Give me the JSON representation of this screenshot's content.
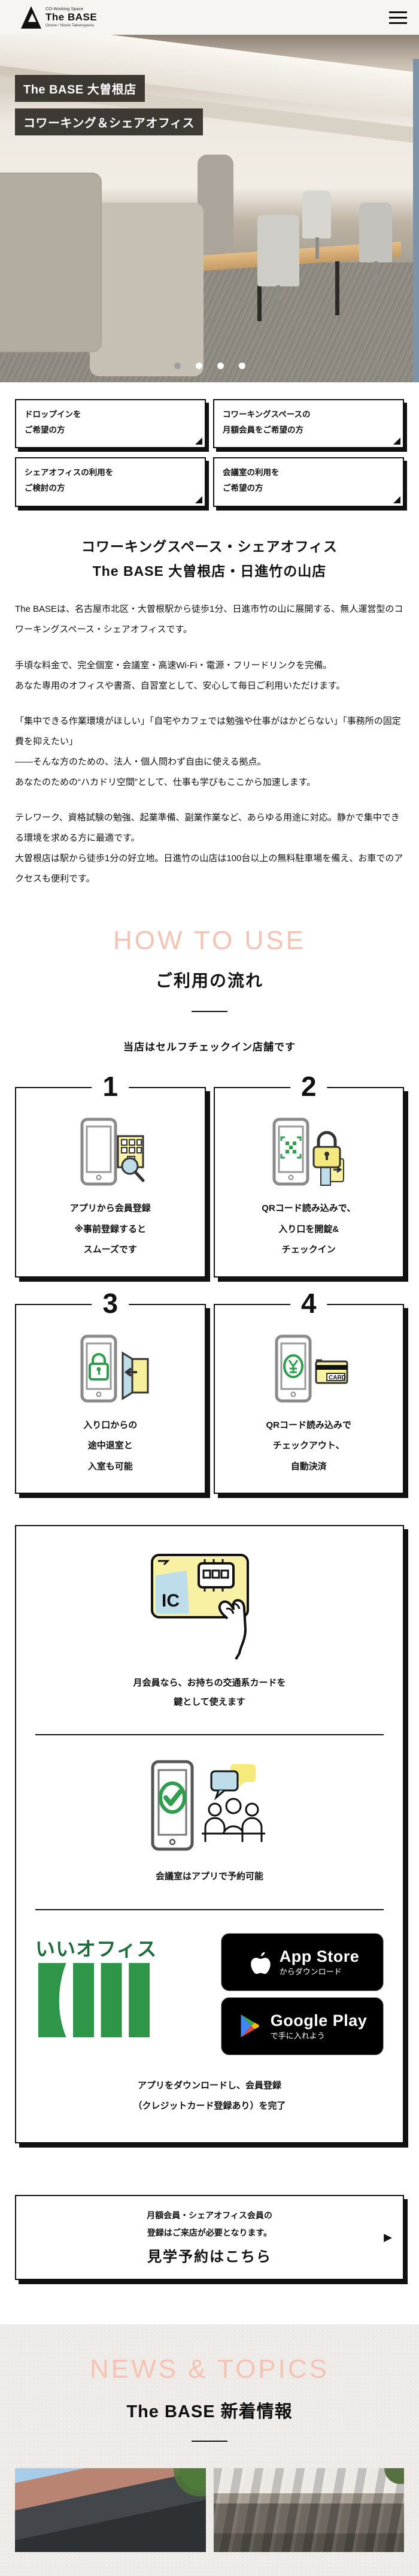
{
  "colors": {
    "accent_pink": "#f6c3b3",
    "brand_green_bars": "#2e9549",
    "brand_green_text": "#1d6b3c",
    "icon_yellow": "#f8f1a3",
    "icon_blue": "#bcdde9",
    "icon_green": "#2f9e4f",
    "dark_badge_bg": "#302c27",
    "dot_active": "#9e9e9e",
    "news_bg": "#edeae7",
    "header_bg": "#f7f5f1",
    "store_badge_bg": "#000000"
  },
  "icons": {
    "logo_mark": "the-base-mountain-a-mark",
    "hamburger": "menu-icon",
    "corner_triangle": "◢",
    "cta_arrow": "▶",
    "step1": "phone-building-search-icon",
    "step2": "phone-qr-unlock-icon",
    "step3": "phone-lock-door-icon",
    "step4": "phone-pay-card-icon",
    "ic_card": "ic-card-hand-illustration",
    "meeting": "phone-check-people-illustration",
    "apple": "apple-logo",
    "google_play": "play-triangle-logo"
  },
  "header": {
    "logo": {
      "tagline": "CO-Working Space",
      "brand": "The BASE",
      "sub": "Ozone / Nissin Takenoyama"
    }
  },
  "hero": {
    "badge1": "The BASE 大曽根店",
    "badge2": "コワーキング＆シェアオフィス",
    "slide_count": 4,
    "active_slide": 1
  },
  "options": [
    {
      "line1": "ドロップインを",
      "line2": "ご希望の方"
    },
    {
      "line1": "コワーキングスペースの",
      "line2": "月額会員をご希望の方"
    },
    {
      "line1": "シェアオフィスの利用を",
      "line2": "ご検討の方"
    },
    {
      "line1": "会議室の利用を",
      "line2": "ご希望の方"
    }
  ],
  "intro": {
    "heading_line1": "コワーキングスペース・シェアオフィス",
    "heading_line2": "The BASE 大曽根店・日進竹の山店",
    "blocks": [
      [
        "The BASEは、名古屋市北区・大曽根駅から徒歩1分、日進市竹の山に展開する、無人運営型のコワーキングスペース・シェアオフィスです。"
      ],
      [
        "手頃な料金で、完全個室・会議室・高速Wi-Fi・電源・フリードリンクを完備。",
        "あなた専用のオフィスや書斎、自習室として、安心して毎日ご利用いただけます。"
      ],
      [
        "「集中できる作業環境がほしい」「自宅やカフェでは勉強や仕事がはかどらない」「事務所の固定費を抑えたい」",
        "――そんな方のための、法人・個人問わず自由に使える拠点。",
        "あなたのための“ハカドリ空間”として、仕事も学びもここから加速します。"
      ],
      [
        "テレワーク、資格試験の勉強、起業準備、副業作業など、あらゆる用途に対応。静かで集中できる環境を求める方に最適です。",
        "大曽根店は駅から徒歩1分の好立地。日進竹の山店は100台以上の無料駐車場を備え、お車でのアクセスも便利です。"
      ]
    ]
  },
  "howto": {
    "kicker": "HOW TO USE",
    "title": "ご利用の流れ",
    "note": "当店はセルフチェックイン店舗です"
  },
  "steps": [
    {
      "num": "1",
      "lines": [
        "アプリから会員登録",
        "※事前登録すると",
        "スムーズです"
      ]
    },
    {
      "num": "2",
      "lines": [
        "QRコード読み込みで、",
        "入り口を開錠&",
        "チェックイン"
      ]
    },
    {
      "num": "3",
      "lines": [
        "入り口からの",
        "途中退室と",
        "入室も可能"
      ]
    },
    {
      "num": "4",
      "lines": [
        "QRコード読み込みで",
        "チェックアウト、",
        "自動決済"
      ]
    }
  ],
  "infobox": {
    "ic_note_line1": "月会員なら、お持ちの交通系カードを",
    "ic_note_line2": "鍵として使えます",
    "meeting_note": "会議室はアプリで予約可能",
    "app_logo_text": "いいオフィス",
    "appstore": {
      "big": "App Store",
      "small": "からダウンロード"
    },
    "googleplay": {
      "big": "Google Play",
      "small": "で手に入れよう"
    },
    "download_line1": "アプリをダウンロードし、会員登録",
    "download_line2": "（クレジットカード登録あり）を完了"
  },
  "cta": {
    "line1": "月額会員・シェアオフィス会員の",
    "line2": "登録はご来店が必要となります。",
    "button": "見学予約はこちら",
    "arrow": "▶"
  },
  "news": {
    "kicker": "NEWS & TOPICS",
    "title": "The BASE 新着情報"
  }
}
